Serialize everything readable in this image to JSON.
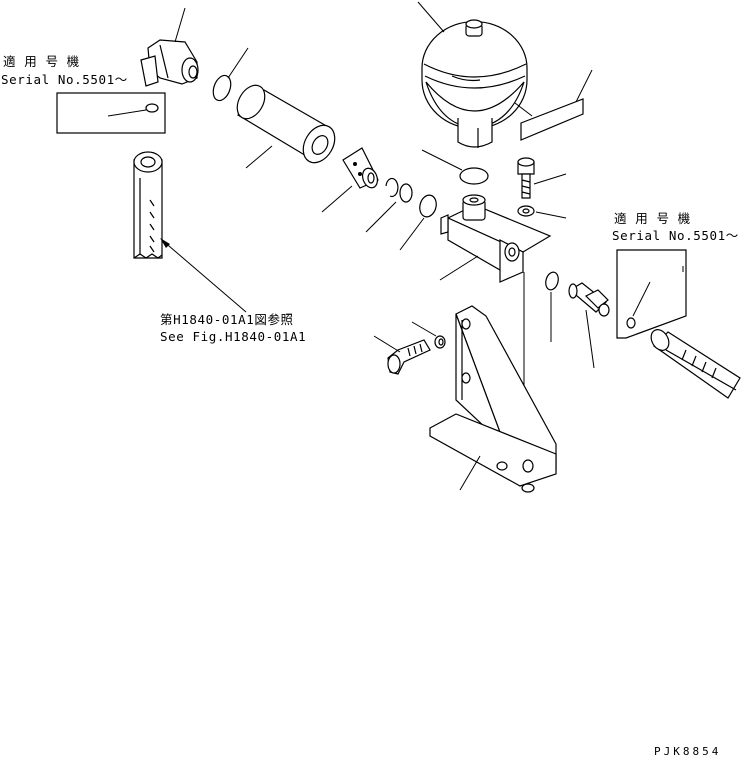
{
  "labels": {
    "serial_left_ja": "適 用 号 機",
    "serial_left_en": "Serial No.5501～",
    "serial_right_ja": "適 用 号 機",
    "serial_right_en": "Serial No.5501～",
    "ref_ja": "第H1840-01A1図参照",
    "ref_en": "See Fig.H1840-01A1",
    "drawing_id": "PJK8854"
  }
}
